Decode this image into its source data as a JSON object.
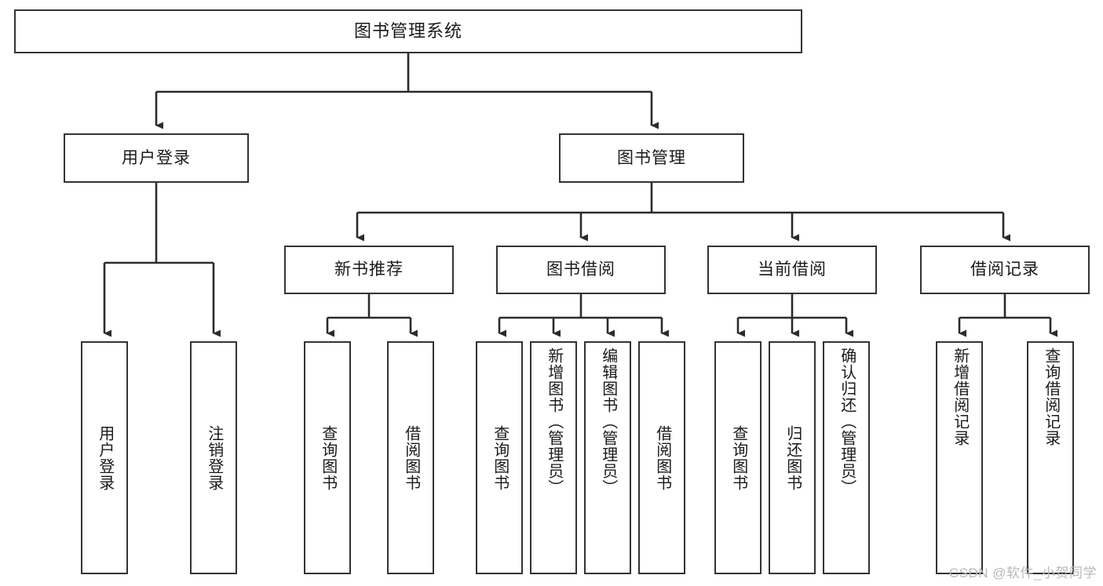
{
  "diagram": {
    "title": "图书管理系统",
    "type": "功能结构图",
    "colors": {
      "background": "#ffffff",
      "box_border": "#333333",
      "box_fill": "#ffffff",
      "text": "#1a1a1a",
      "connector": "#333333",
      "watermark": "#b9b9b9"
    }
  },
  "root": {
    "label": "图书管理系统"
  },
  "level2": [
    {
      "label": "用户登录"
    },
    {
      "label": "图书管理"
    }
  ],
  "level3": [
    {
      "label": "新书推荐"
    },
    {
      "label": "图书借阅"
    },
    {
      "label": "当前借阅"
    },
    {
      "label": "借阅记录"
    }
  ],
  "leaves": {
    "user_login": [
      {
        "label": "用户登录"
      },
      {
        "label": "注销登录"
      }
    ],
    "new_book_recommend": [
      {
        "label": "查询图书"
      },
      {
        "label": "借阅图书"
      }
    ],
    "book_borrow": [
      {
        "label": "查询图书"
      },
      {
        "label": "新增图书（管理员）"
      },
      {
        "label": "编辑图书（管理员）"
      },
      {
        "label": "借阅图书"
      }
    ],
    "current_borrow": [
      {
        "label": "查询图书"
      },
      {
        "label": "归还图书"
      },
      {
        "label": "确认归还（管理员）"
      }
    ],
    "borrow_record": [
      {
        "label": "新增借阅记录"
      },
      {
        "label": "查询借阅记录"
      }
    ]
  },
  "watermark": {
    "text": "CSDN @软件_小贺同学"
  }
}
